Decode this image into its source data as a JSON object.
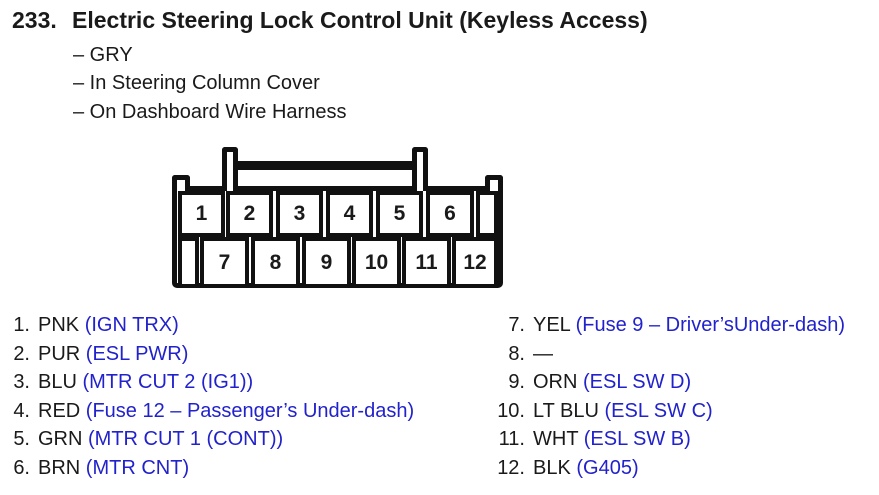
{
  "page": {
    "background": "#ffffff",
    "ink": "#1a1a1a",
    "accent_blue": "#2222cc"
  },
  "header": {
    "index_number": "233.",
    "title": "Electric Steering Lock Control Unit (Keyless Access)",
    "details": [
      "– GRY",
      "– In Steering Column Cover",
      "– On Dashboard Wire Harness"
    ]
  },
  "connector": {
    "top_row_pins": [
      "1",
      "2",
      "3",
      "4",
      "5",
      "6"
    ],
    "bottom_row_pins": [
      "7",
      "8",
      "9",
      "10",
      "11",
      "12"
    ]
  },
  "pin_list": {
    "left": [
      {
        "num": "1.",
        "wire_color": "PNK",
        "function": "(IGN TRX)"
      },
      {
        "num": "2.",
        "wire_color": "PUR",
        "function": "(ESL PWR)"
      },
      {
        "num": "3.",
        "wire_color": "BLU",
        "function": "(MTR CUT 2 (IG1))"
      },
      {
        "num": "4.",
        "wire_color": "RED",
        "function": "(Fuse 12 – Passenger’s Under-dash)"
      },
      {
        "num": "5.",
        "wire_color": "GRN",
        "function": "(MTR CUT 1 (CONT))"
      },
      {
        "num": "6.",
        "wire_color": "BRN",
        "function": "(MTR CNT)"
      }
    ],
    "right": [
      {
        "num": "7.",
        "wire_color": "YEL",
        "function": "(Fuse 9 – Driver’sUnder-dash)"
      },
      {
        "num": "8.",
        "wire_color": "—",
        "function": ""
      },
      {
        "num": "9.",
        "wire_color": "ORN",
        "function": "(ESL SW D)"
      },
      {
        "num": "10.",
        "wire_color": "LT BLU",
        "function": "(ESL SW C)"
      },
      {
        "num": "11.",
        "wire_color": "WHT",
        "function": "(ESL SW B)"
      },
      {
        "num": "12.",
        "wire_color": "BLK",
        "function": "(G405)"
      }
    ]
  }
}
